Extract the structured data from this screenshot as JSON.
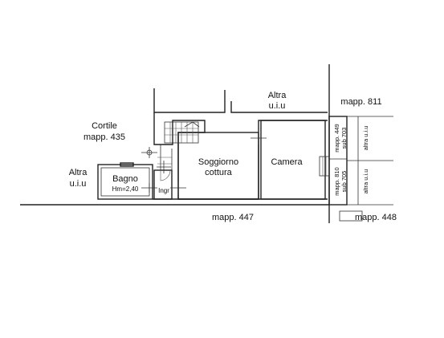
{
  "labels": {
    "altra_top_l1": "Altra",
    "altra_top_l2": "u.i.u",
    "cortile_l1": "Cortile",
    "cortile_l2": "mapp. 435",
    "altra_left_l1": "Altra",
    "altra_left_l2": "u.i.u",
    "bagno": "Bagno",
    "bagno_height": "Hm=2,40",
    "ingr": "Ingr",
    "soggiorno_l1": "Soggiorno",
    "soggiorno_l2": "cottura",
    "camera": "Camera",
    "mapp_811": "mapp. 811",
    "mapp_447": "mapp. 447",
    "mapp_448": "mapp. 448",
    "mapp_449": "mapp. 449",
    "sub_703": "sub 703",
    "mapp_810": "mapp. 810",
    "sub_705": "sub 705",
    "altra_uiu_v1": "altra u.i.u",
    "altra_uiu_v2": "altra u.i.u"
  },
  "colors": {
    "line": "#222222",
    "text": "#111111",
    "background": "#ffffff"
  }
}
